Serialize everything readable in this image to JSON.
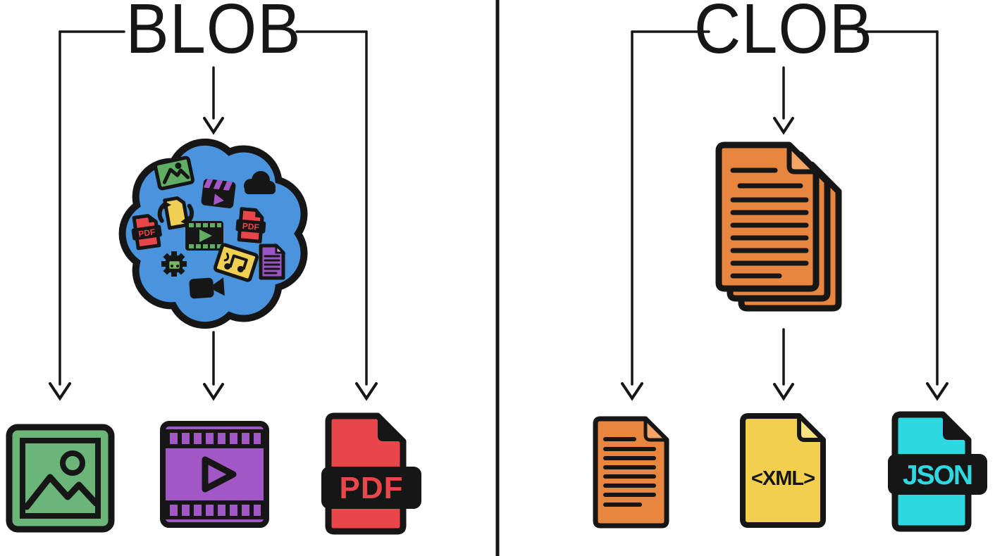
{
  "left_panel": {
    "title": "BLOB",
    "description": "binary-large-object-with-mixed-media-blob",
    "blob_badges": [
      "PDF",
      "PDF"
    ],
    "outputs": [
      {
        "name": "image"
      },
      {
        "name": "video"
      },
      {
        "name": "pdf",
        "label": "PDF"
      }
    ]
  },
  "right_panel": {
    "title": "CLOB",
    "description": "character-large-object-stacked-text-pages",
    "outputs": [
      {
        "name": "text-document"
      },
      {
        "name": "xml",
        "label": "<XML>"
      },
      {
        "name": "json",
        "label": "JSON"
      }
    ]
  },
  "colors": {
    "ink": "#161616",
    "blob_blue": "#4a94dd",
    "image_green": "#6cb578",
    "film_purple": "#a258c4",
    "sprocket_purple": "#a258c4",
    "pdf_red": "#e8464a",
    "clob_orange": "#e8863f",
    "fold_orange": "#f2a564",
    "xml_yellow": "#f3cf4f",
    "xml_fold": "#f8e083",
    "json_cyan": "#2ed8e0",
    "doc_purple": "#9a55c4",
    "sync_yellow": "#f0d053",
    "mini_green": "#5fae63",
    "gear_green": "#7ab55f"
  }
}
